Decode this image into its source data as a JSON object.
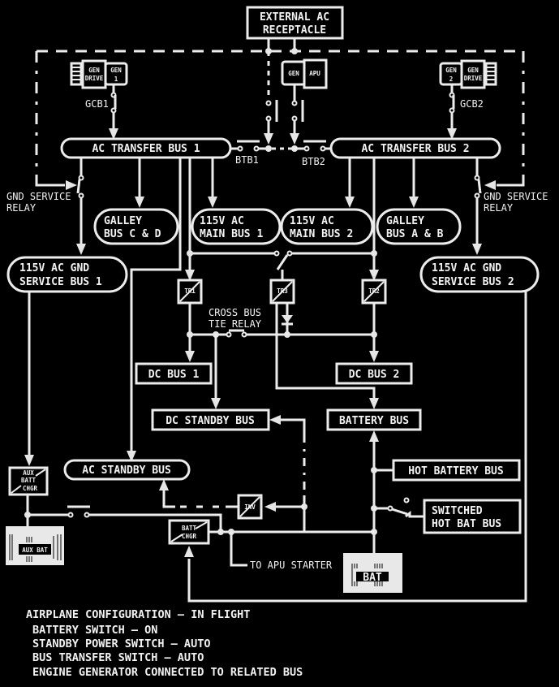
{
  "title": "Airplane Electrical Power Distribution - In Flight",
  "sources": {
    "external_ac": [
      "EXTERNAL AC",
      "RECEPTACLE"
    ],
    "gen1": "GEN\n1",
    "gen1_label": [
      "GEN",
      "1"
    ],
    "gen2_label": [
      "GEN",
      "2"
    ],
    "gen_drive_label": [
      "GEN",
      "DRIVE"
    ],
    "apu_gen": "GEN",
    "apu": "APU"
  },
  "breakers": {
    "gcb1": "GCB1",
    "gcb2": "GCB2",
    "btb1": "BTB1",
    "btb2": "BTB2"
  },
  "buses": {
    "ac_transfer_1": "AC TRANSFER BUS 1",
    "ac_transfer_2": "AC TRANSFER BUS 2",
    "galley_cd": [
      "GALLEY",
      "BUS C & D"
    ],
    "galley_ab": [
      "GALLEY",
      "BUS A & B"
    ],
    "main_1": [
      "115V AC",
      "MAIN BUS 1"
    ],
    "main_2": [
      "115V AC",
      "MAIN BUS 2"
    ],
    "gnd_service_1": [
      "115V AC GND",
      "SERVICE BUS 1"
    ],
    "gnd_service_2": [
      "115V AC GND",
      "SERVICE BUS 2"
    ],
    "dc_bus_1": "DC BUS 1",
    "dc_bus_2": "DC BUS 2",
    "dc_standby": "DC STANDBY BUS",
    "battery_bus": "BATTERY BUS",
    "ac_standby": "AC STANDBY BUS",
    "hot_battery": "HOT BATTERY BUS",
    "switched_hot_bat": [
      "SWITCHED",
      "HOT BAT BUS"
    ]
  },
  "relays": {
    "gnd_service_relay": [
      "GND SERVICE",
      "RELAY"
    ],
    "cross_bus_tie": [
      "CROSS BUS",
      "TIE RELAY"
    ]
  },
  "components": {
    "tr1": "TR1",
    "tr2": "TR2",
    "tr3": "TR3",
    "inv": "INV",
    "batt_chgr": [
      "BATT",
      "CHGR"
    ],
    "aux_batt_chgr": [
      "AUX",
      "BATT",
      "CHGR"
    ],
    "aux_bat": "AUX BAT",
    "bat": "BAT",
    "to_apu_starter": "TO APU STARTER"
  },
  "configuration": {
    "heading": "AIRPLANE CONFIGURATION – IN FLIGHT",
    "items": [
      "BATTERY SWITCH – ON",
      "STANDBY POWER SWITCH – AUTO",
      "BUS TRANSFER SWITCH – AUTO",
      "ENGINE GENERATOR CONNECTED TO RELATED BUS"
    ]
  }
}
